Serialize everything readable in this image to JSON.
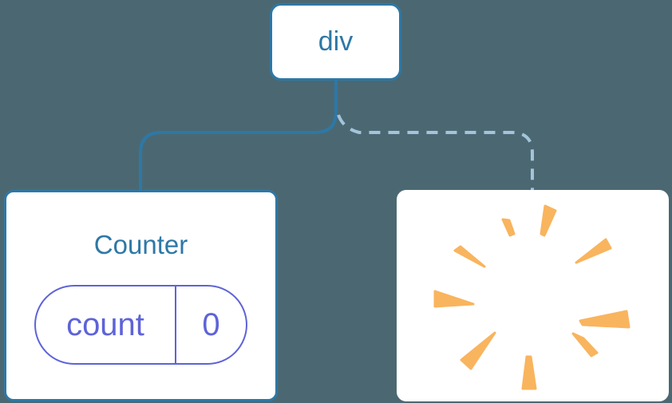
{
  "diagram": {
    "description": "component-tree",
    "root": {
      "label": "div"
    },
    "children": [
      {
        "name": "Counter",
        "title": "Counter",
        "connector": "solid",
        "state": {
          "key": "count",
          "value": "0"
        }
      },
      {
        "name": "removed-node",
        "connector": "dashed",
        "icon": "poof-explosion"
      }
    ]
  },
  "colors": {
    "background": "#4B6872",
    "card_fill": "#FFFFFF",
    "node_stroke": "#2E78A6",
    "node_text": "#2E78A6",
    "connector_solid": "#2E78A6",
    "connector_dashed": "#A3C4DB",
    "state_accent": "#5E63D8",
    "poof_orange": "#F9B45E"
  }
}
